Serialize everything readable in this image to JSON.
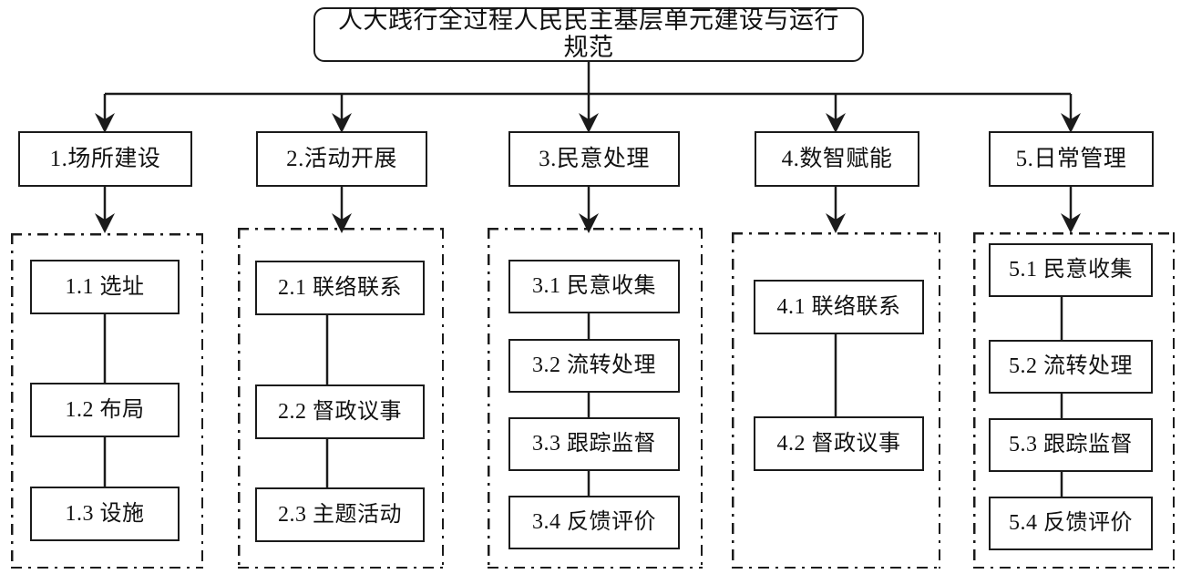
{
  "diagram": {
    "title": "人大践行全过程人民民主基层单元建设与运行规范",
    "root": {
      "label": "人大践行全过程人民民主基层单元建设与运行规范"
    },
    "categories": [
      {
        "id": "1",
        "label": "1.场所建设",
        "items": [
          {
            "label": "1.1 选址"
          },
          {
            "label": "1.2  布局"
          },
          {
            "label": "1.3  设施"
          }
        ]
      },
      {
        "id": "2",
        "label": "2.活动开展",
        "items": [
          {
            "label": "2.1 联络联系"
          },
          {
            "label": "2.2 督政议事"
          },
          {
            "label": "2.3 主题活动"
          }
        ]
      },
      {
        "id": "3",
        "label": "3.民意处理",
        "items": [
          {
            "label": "3.1 民意收集"
          },
          {
            "label": "3.2 流转处理"
          },
          {
            "label": "3.3 跟踪监督"
          },
          {
            "label": "3.4 反馈评价"
          }
        ]
      },
      {
        "id": "4",
        "label": "4.数智赋能",
        "items": [
          {
            "label": "4.1 联络联系"
          },
          {
            "label": "4.2 督政议事"
          }
        ]
      },
      {
        "id": "5",
        "label": "5.日常管理",
        "items": [
          {
            "label": "5.1 民意收集"
          },
          {
            "label": "5.2 流转处理"
          },
          {
            "label": "5.3 跟踪监督"
          },
          {
            "label": "5.4 反馈评价"
          }
        ]
      }
    ],
    "colors": {
      "stroke": "#1b1b1b",
      "background": "#ffffff",
      "text": "#111111"
    }
  }
}
